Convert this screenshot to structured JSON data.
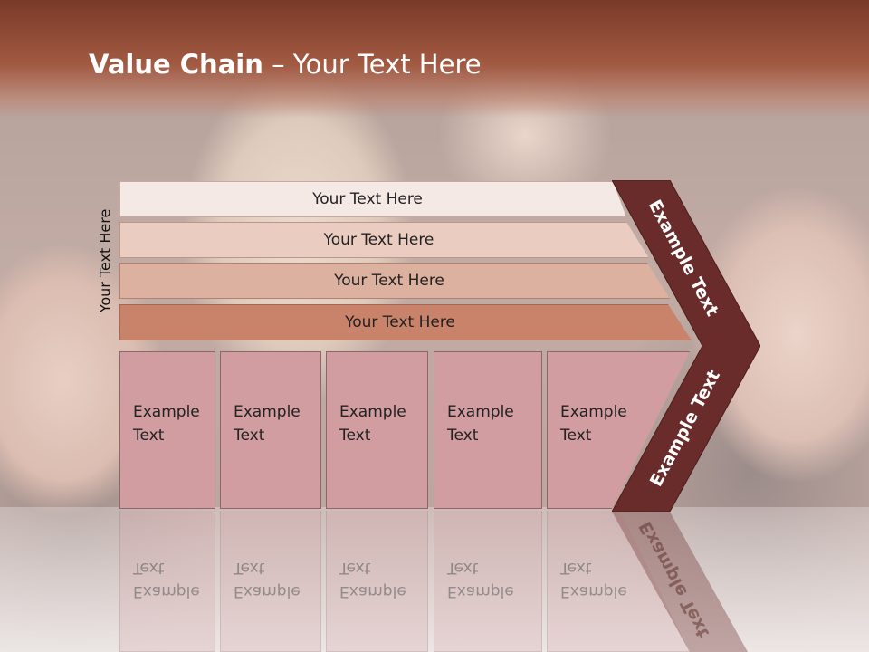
{
  "slide": {
    "title_bold": "Value Chain",
    "title_rest": " – Your Text Here",
    "side_label": "Your Text Here",
    "bars": [
      {
        "label": "Your Text Here"
      },
      {
        "label": "Your Text Here"
      },
      {
        "label": "Your Text Here"
      },
      {
        "label": "Your Text Here"
      }
    ],
    "columns": [
      {
        "line1": "Example",
        "line2": "Text"
      },
      {
        "line1": "Example",
        "line2": "Text"
      },
      {
        "line1": "Example",
        "line2": "Text"
      },
      {
        "line1": "Example",
        "line2": "Text"
      },
      {
        "line1": "Example",
        "line2": "Text"
      }
    ],
    "chevron": {
      "top_label": "Example Text",
      "bottom_label": "Example Text"
    }
  },
  "colors": {
    "header": "#a25a42",
    "chevron": "#6a2c2a",
    "column_fill": "#d19da0",
    "bar_4": "#c9836a"
  }
}
